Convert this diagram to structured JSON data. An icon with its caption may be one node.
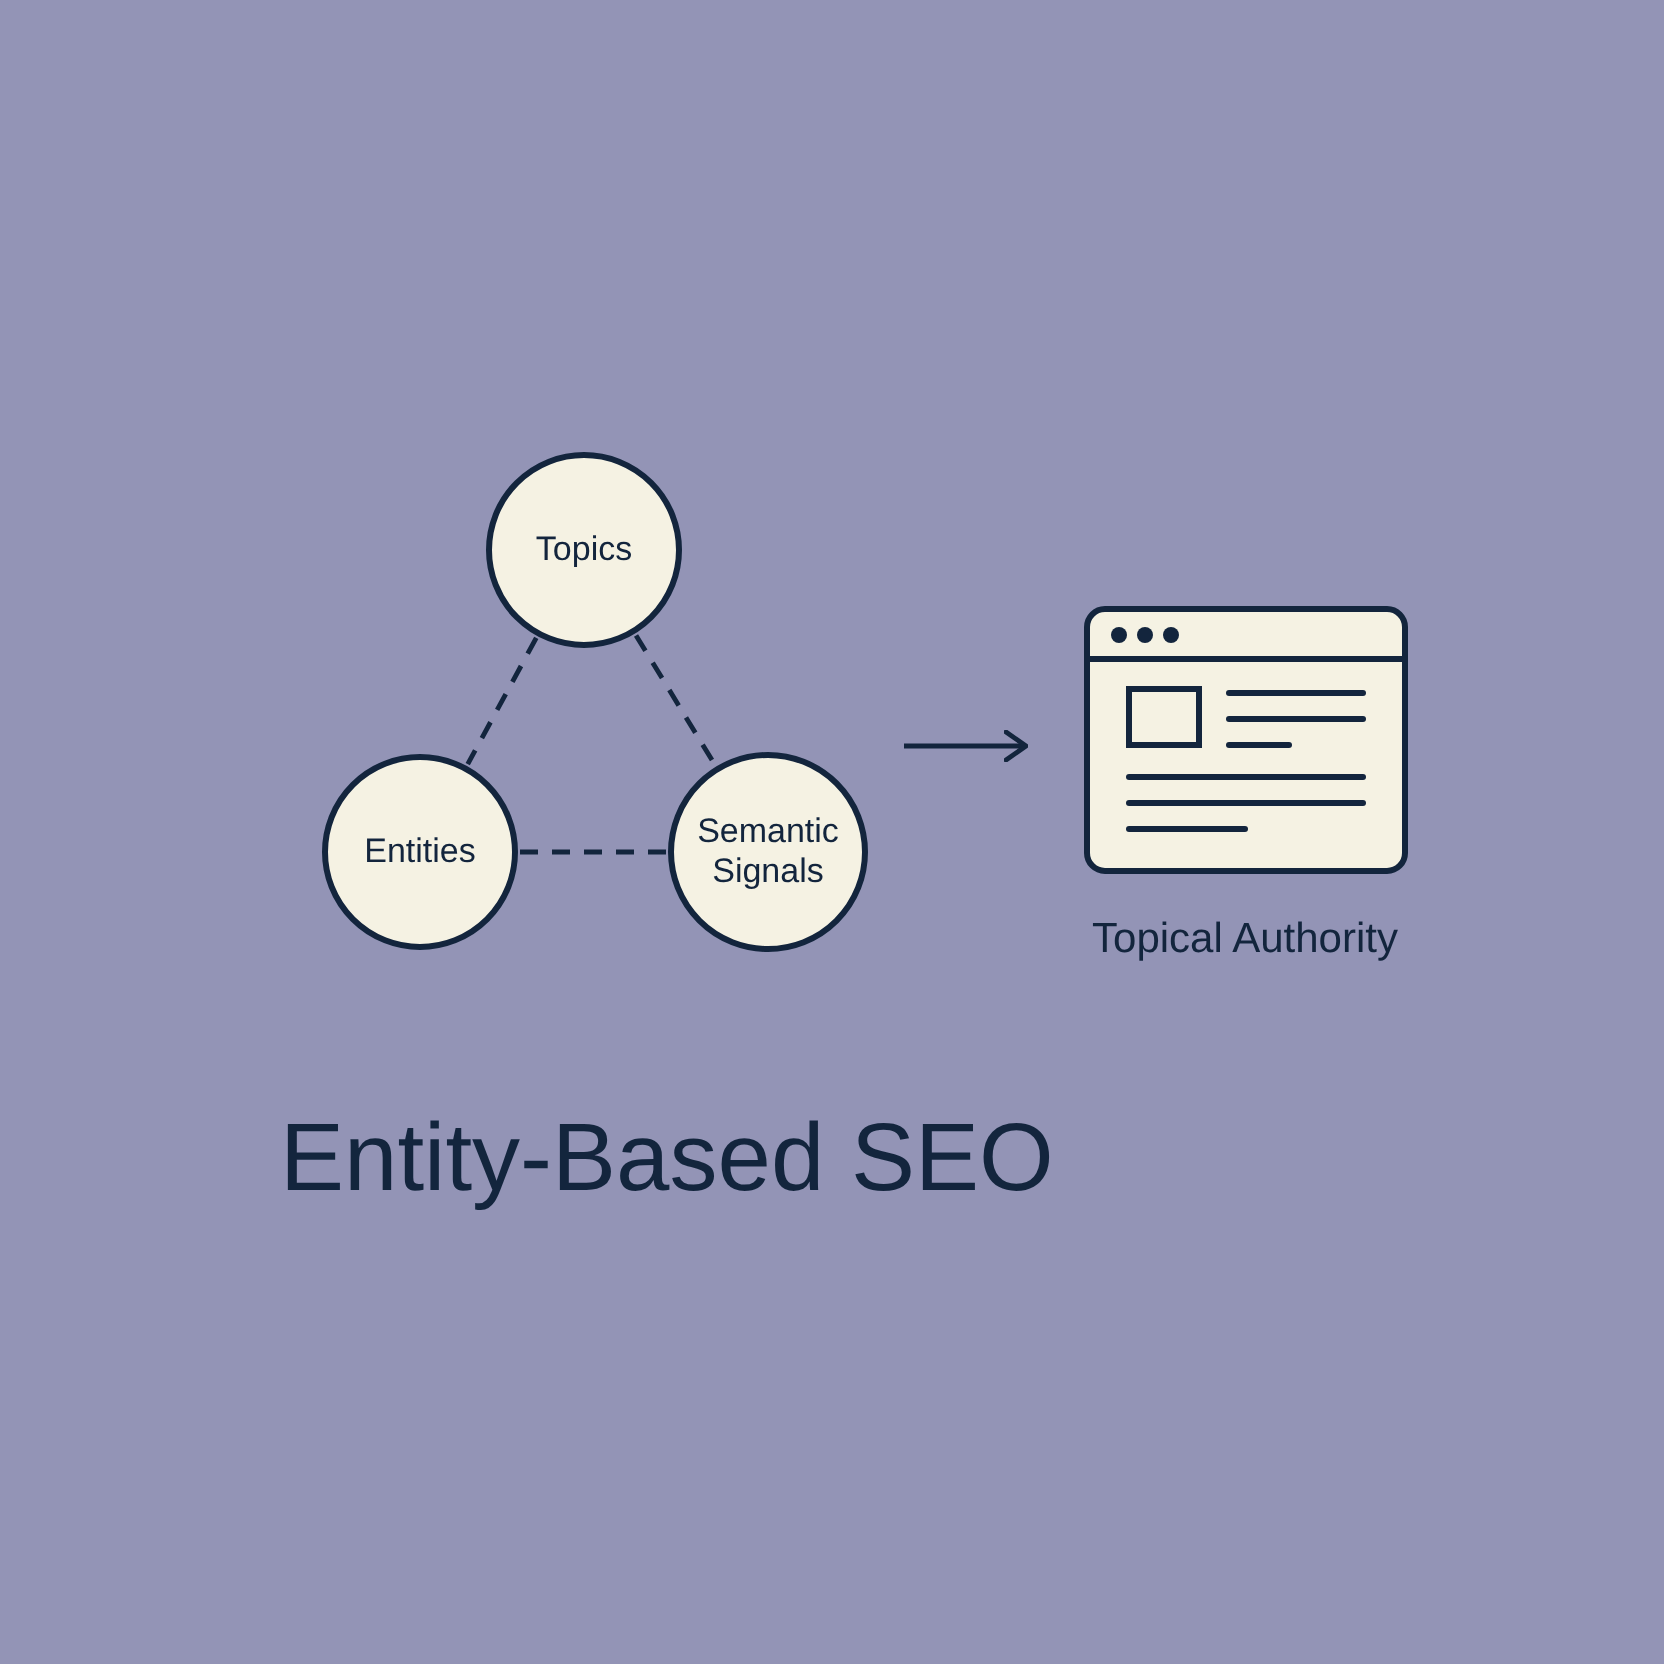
{
  "diagram": {
    "title": "Entity-Based SEO",
    "nodes": [
      {
        "text": [
          "Topics"
        ]
      },
      {
        "text": [
          "Entities"
        ]
      },
      {
        "text": [
          "Semantic Signals"
        ]
      },
      {
        "text": [
          "Topical Authority"
        ]
      }
    ],
    "edges": [
      {
        "from": 0,
        "to": 1,
        "arrow": "none",
        "style": "dashed"
      },
      {
        "from": 0,
        "to": 2,
        "arrow": "none",
        "style": "dashed"
      },
      {
        "from": 1,
        "to": 2,
        "arrow": "none",
        "style": "dashed"
      },
      {
        "from": null,
        "to": 3,
        "arrow": "to"
      }
    ]
  }
}
